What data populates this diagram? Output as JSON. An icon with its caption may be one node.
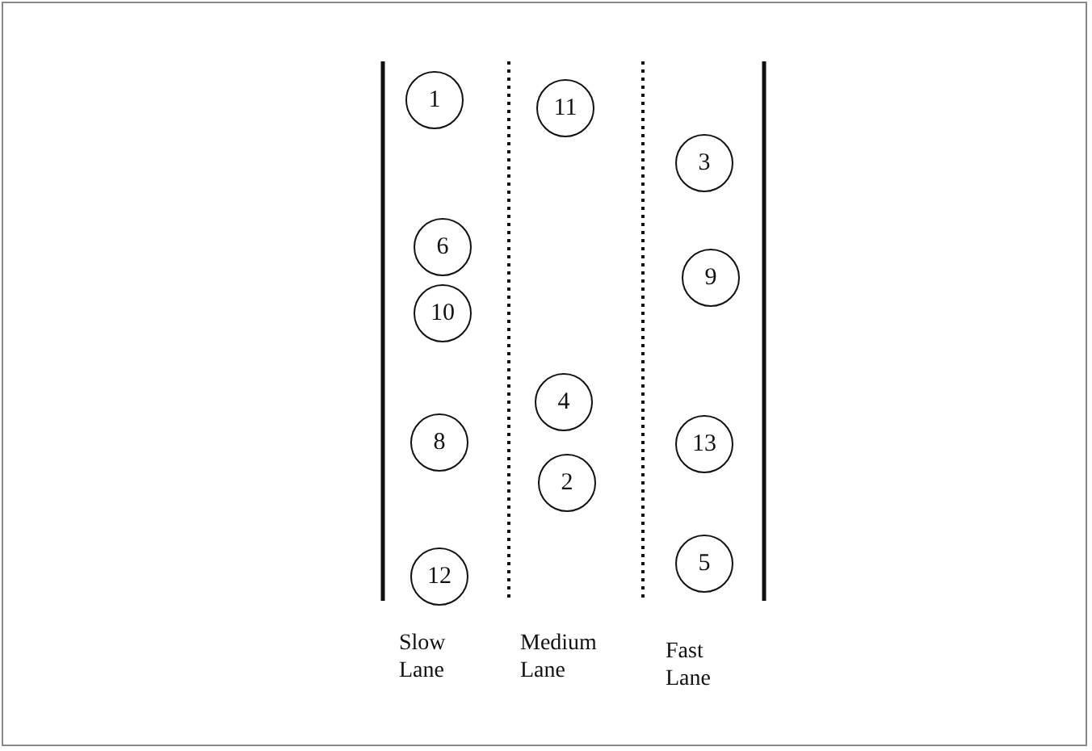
{
  "diagram": {
    "nodes": [
      {
        "text": [
          "1"
        ]
      },
      {
        "text": [
          "11"
        ]
      },
      {
        "text": [
          "3"
        ]
      },
      {
        "text": [
          "6"
        ]
      },
      {
        "text": [
          "9"
        ]
      },
      {
        "text": [
          "10"
        ]
      },
      {
        "text": [
          "4"
        ]
      },
      {
        "text": [
          "8"
        ]
      },
      {
        "text": [
          "13"
        ]
      },
      {
        "text": [
          "2"
        ]
      },
      {
        "text": [
          "5"
        ]
      },
      {
        "text": [
          "12"
        ]
      }
    ],
    "edges": [],
    "labels": [
      "Slow Lane",
      "Medium Lane",
      "Fast Lane"
    ]
  }
}
